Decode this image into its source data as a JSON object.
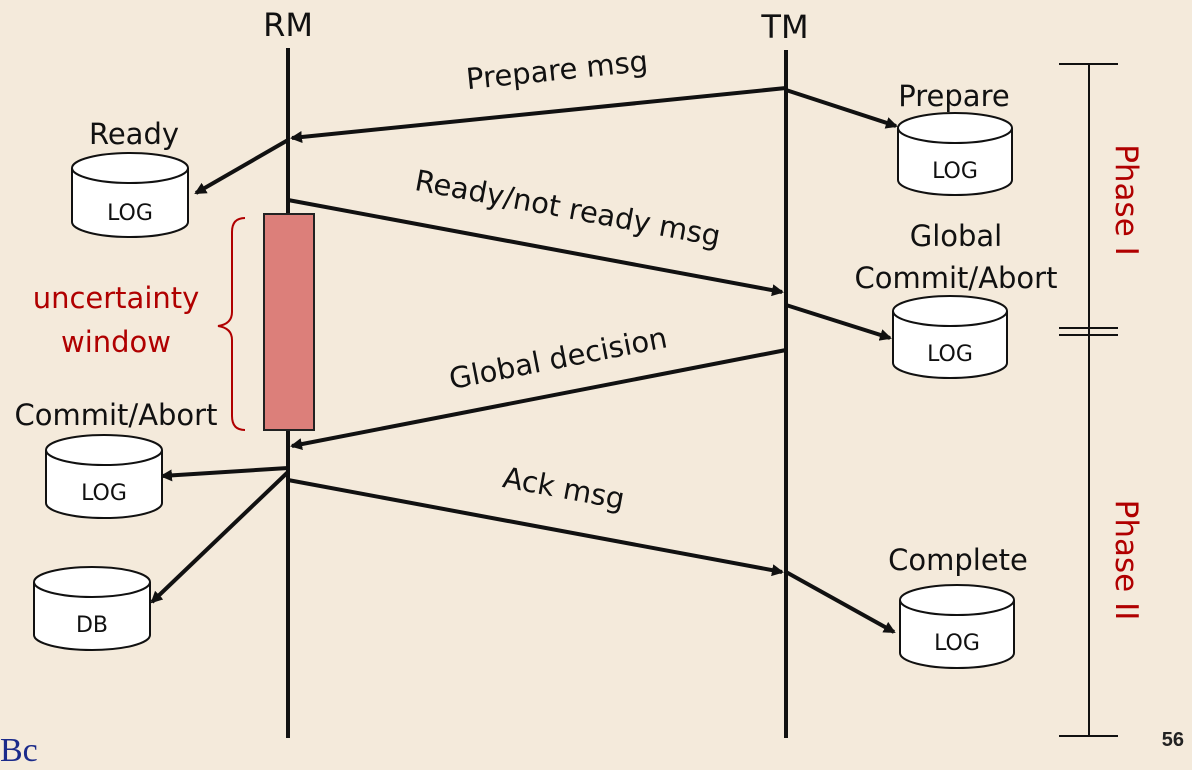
{
  "lifelines": {
    "rm": "RM",
    "tm": "TM"
  },
  "messages": {
    "prepare": "Prepare msg",
    "ready": "Ready/not ready msg",
    "decision": "Global decision",
    "ack": "Ack msg"
  },
  "rm_records": {
    "ready": "Ready",
    "commit_abort": "Commit/Abort"
  },
  "tm_records": {
    "prepare": "Prepare",
    "global_line1": "Global",
    "global_line2": "Commit/Abort",
    "complete": "Complete"
  },
  "storage": {
    "log": "LOG",
    "db": "DB"
  },
  "uncertainty": {
    "line1": "uncertainty",
    "line2": "window"
  },
  "phases": {
    "one": "Phase I",
    "two": "Phase II"
  },
  "footer": {
    "page_number": "56",
    "corner_mark": "Bc"
  },
  "colors": {
    "background": "#f4eadb",
    "uncertainty_bar": "#dc7f7a",
    "phase_text": "#b00000",
    "corner_mark": "#1a2a8a"
  }
}
